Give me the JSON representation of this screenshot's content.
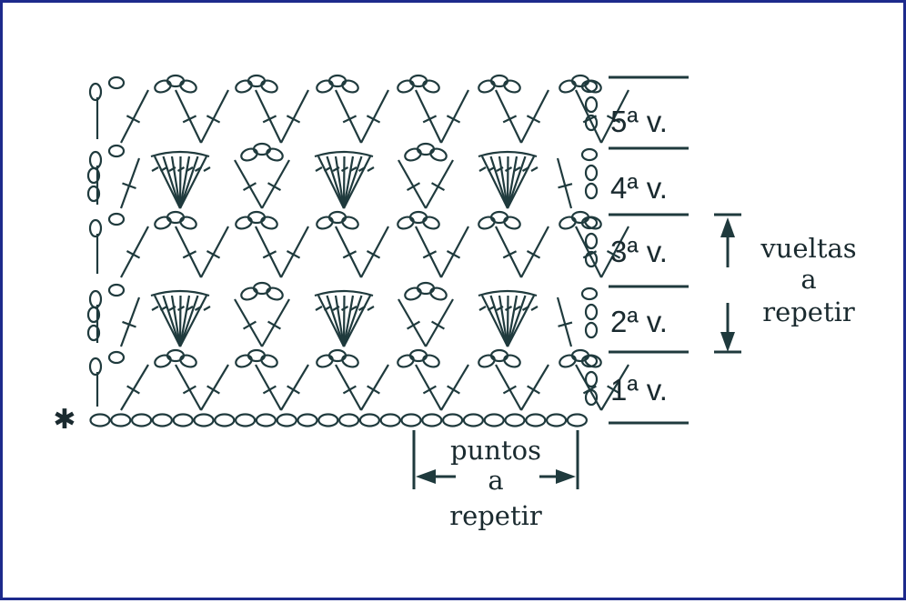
{
  "diagram": {
    "ink_color": "#1f3a3d",
    "frame_color": "#1d2a8c",
    "start_marker": "✱",
    "rows": [
      {
        "label": "5ª v."
      },
      {
        "label": "4ª v."
      },
      {
        "label": "3ª v."
      },
      {
        "label": "2ª v."
      },
      {
        "label": "1ª v."
      }
    ],
    "repeat_rows": {
      "line1": "vueltas",
      "line2": "a",
      "line3": "repetir"
    },
    "repeat_stitches": {
      "line1": "puntos",
      "line2": "a",
      "line3": "repetir"
    }
  }
}
